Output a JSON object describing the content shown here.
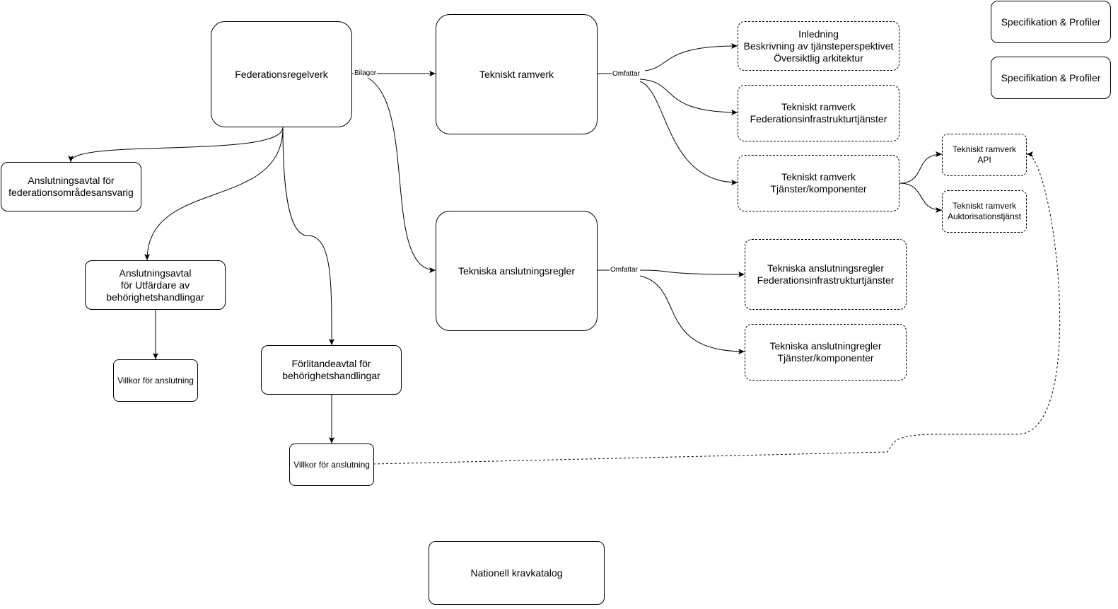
{
  "nodes": {
    "federationsregelverk": "Federationsregelverk",
    "tekniskt_ramverk": "Tekniskt ramverk",
    "tekniska_anslutningsregler": "Tekniska anslutningsregler",
    "nationell_kravkatalog": "Nationell kravkatalog",
    "anslutningsavtal_fed": "Anslutningsavtal för\nfederationsområdesansvarig",
    "anslutningsavtal_utf": "Anslutningsavtal\nför Utfärdare av\nbehörighetshandlingar",
    "villkor_1": "Villkor för anslutning",
    "forlitandeavtal": "Förlitandeavtal för\nbehörighetshandlingar",
    "villkor_2": "Villkor för anslutning",
    "inledning": "Inledning\nBeskrivning av tjänsteperspektivet\nÖversiktlig arkitektur",
    "tr_fed": "Tekniskt ramverk\nFederationsinfrastrukturtjänster",
    "tr_tjanster": "Tekniskt ramverk\nTjänster/komponenter",
    "tr_api": "Tekniskt ramverk API",
    "tr_auktorisation": "Tekniskt ramverk\nAuktorisationstjänst",
    "tar_fed": "Tekniska anslutningsregler\nFederationsinfrastrukturtjänster",
    "tar_tjanster": "Tekniska anslutningregler\nTjänster/komponenter",
    "spec_1": "Specifikation & Profiler",
    "spec_2": "Specifikation & Profiler"
  },
  "edge_labels": {
    "bilagor": "Bilagor",
    "omfattar_1": "Omfattar",
    "omfattar_2": "Omfattar"
  }
}
